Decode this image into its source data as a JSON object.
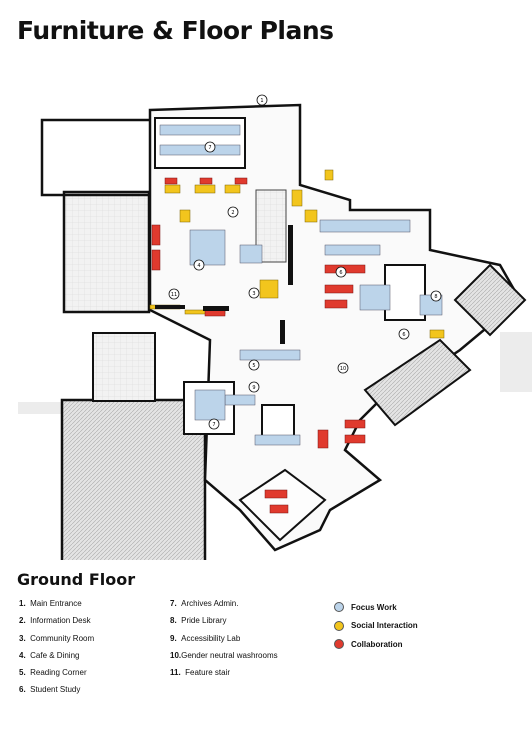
{
  "title": "Furniture & Floor Plans",
  "floor_heading": "Ground Floor",
  "legend_left": [
    {
      "num": "1.",
      "label": "Main Entrance"
    },
    {
      "num": "2.",
      "label": "Information Desk"
    },
    {
      "num": "3.",
      "label": "Community Room"
    },
    {
      "num": "4.",
      "label": "Cafe & Dining"
    },
    {
      "num": "5.",
      "label": "Reading Corner"
    },
    {
      "num": "6.",
      "label": "Student Study"
    }
  ],
  "legend_mid": [
    {
      "num": "7.",
      "label": "Archives Admin."
    },
    {
      "num": "8.",
      "label": "Pride Library"
    },
    {
      "num": "9.",
      "label": "Accessibility Lab"
    },
    {
      "num": "10.",
      "label": "Gender neutral washrooms"
    },
    {
      "num": "11.",
      "label": "Feature stair"
    }
  ],
  "zone_key": [
    {
      "label": "Focus Work",
      "color": "#bcd4ea"
    },
    {
      "label": "Social Interaction",
      "color": "#f2c51d"
    },
    {
      "label": "Collaboration",
      "color": "#e03a2e"
    }
  ],
  "plan_markers": [
    {
      "n": "1"
    },
    {
      "n": "2"
    },
    {
      "n": "3"
    },
    {
      "n": "4"
    },
    {
      "n": "5"
    },
    {
      "n": "6"
    },
    {
      "n": "6"
    },
    {
      "n": "7"
    },
    {
      "n": "7"
    },
    {
      "n": "8"
    },
    {
      "n": "9"
    },
    {
      "n": "10"
    },
    {
      "n": "11"
    }
  ]
}
